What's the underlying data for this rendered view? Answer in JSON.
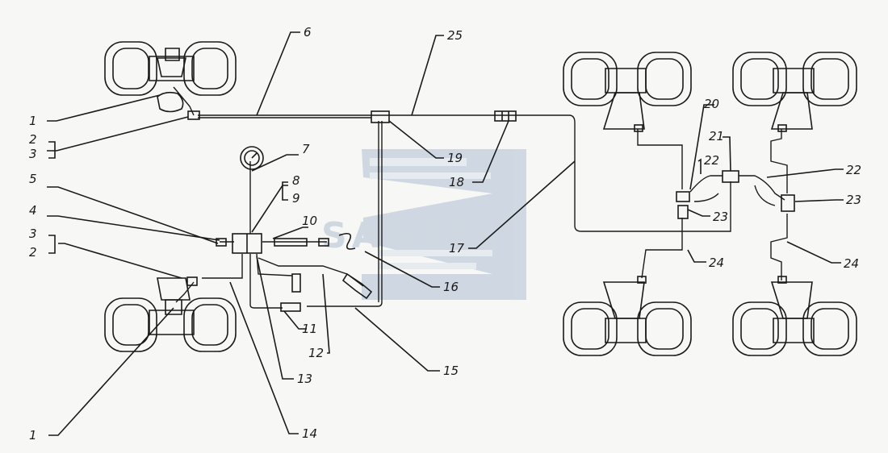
{
  "watermark": {
    "text": "SANTAL",
    "color": "#c3cedb"
  },
  "callouts": [
    {
      "id": "c1a",
      "text": "1"
    },
    {
      "id": "c2a",
      "text": "2"
    },
    {
      "id": "c3a",
      "text": "3"
    },
    {
      "id": "c5",
      "text": "5"
    },
    {
      "id": "c4",
      "text": "4"
    },
    {
      "id": "c3b",
      "text": "3"
    },
    {
      "id": "c2b",
      "text": "2"
    },
    {
      "id": "c1b",
      "text": "1"
    },
    {
      "id": "c6",
      "text": "6"
    },
    {
      "id": "c7",
      "text": "7"
    },
    {
      "id": "c8",
      "text": "8"
    },
    {
      "id": "c9",
      "text": "9"
    },
    {
      "id": "c10",
      "text": "10"
    },
    {
      "id": "c11",
      "text": "11"
    },
    {
      "id": "c12",
      "text": "12"
    },
    {
      "id": "c13",
      "text": "13"
    },
    {
      "id": "c14",
      "text": "14"
    },
    {
      "id": "c15",
      "text": "15"
    },
    {
      "id": "c16",
      "text": "16"
    },
    {
      "id": "c17",
      "text": "17"
    },
    {
      "id": "c18",
      "text": "18"
    },
    {
      "id": "c19",
      "text": "19"
    },
    {
      "id": "c20",
      "text": "20"
    },
    {
      "id": "c21",
      "text": "21"
    },
    {
      "id": "c22a",
      "text": "22"
    },
    {
      "id": "c22b",
      "text": "22"
    },
    {
      "id": "c23a",
      "text": "23"
    },
    {
      "id": "c23b",
      "text": "23"
    },
    {
      "id": "c24a",
      "text": "24"
    },
    {
      "id": "c24b",
      "text": "24"
    },
    {
      "id": "c25",
      "text": "25"
    }
  ]
}
